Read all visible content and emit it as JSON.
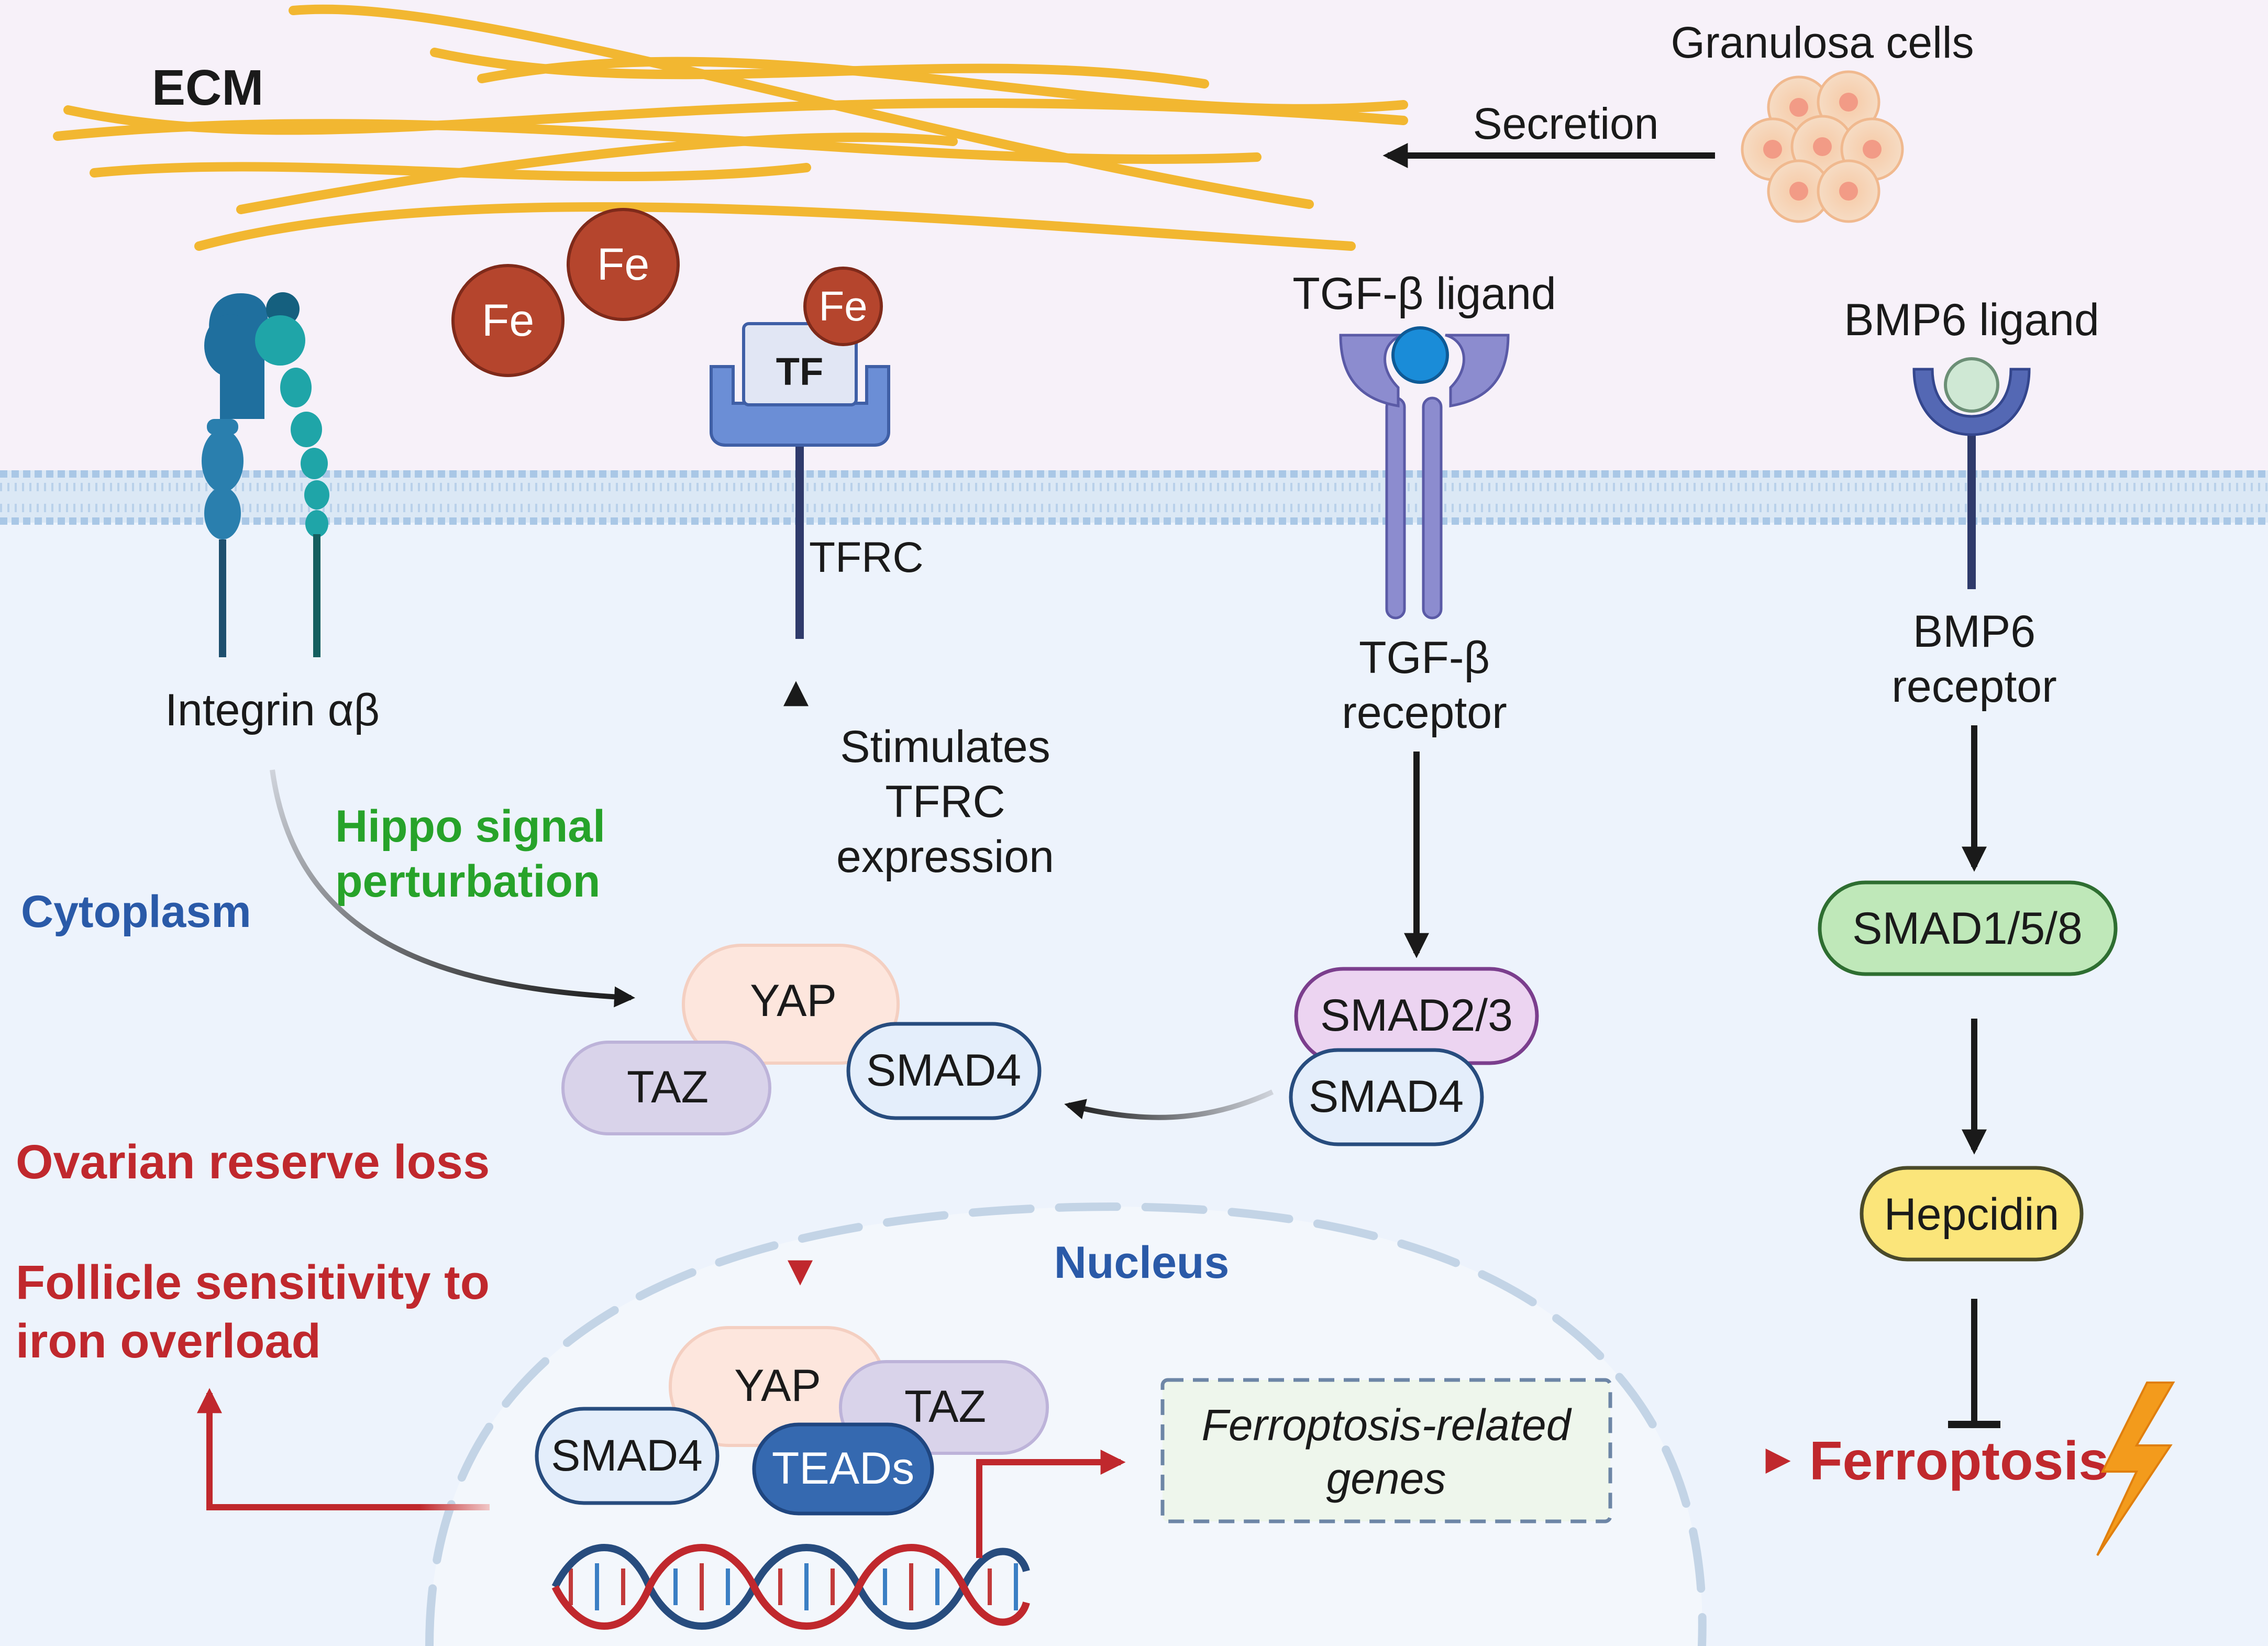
{
  "labels": {
    "ecm": "ECM",
    "granulosa": "Granulosa cells",
    "secretion": "Secretion",
    "fe": "Fe",
    "tf": "TF",
    "tfrc": "TFRC",
    "tgf_ligand": "TGF-β ligand",
    "bmp6_ligand": "BMP6 ligand",
    "integrin": "Integrin αβ",
    "tgf_receptor_1": "TGF-β",
    "tgf_receptor_2": "receptor",
    "bmp6_receptor_1": "BMP6",
    "bmp6_receptor_2": "receptor",
    "stimulates_1": "Stimulates",
    "stimulates_2": "TFRC",
    "stimulates_3": "expression",
    "hippo_1": "Hippo signal",
    "hippo_2": "perturbation",
    "cytoplasm": "Cytoplasm",
    "yap": "YAP",
    "taz": "TAZ",
    "smad4": "SMAD4",
    "smad23": "SMAD2/3",
    "smad158": "SMAD1/5/8",
    "hepcidin": "Hepcidin",
    "ovarian": "Ovarian reserve loss",
    "follicle_1": "Follicle sensitivity to",
    "follicle_2": "iron overload",
    "nucleus": "Nucleus",
    "teads": "TEADs",
    "genes_1": "Ferroptosis-related",
    "genes_2": "genes",
    "ferroptosis": "Ferroptosis"
  },
  "colors": {
    "ecm_fiber": "#f2b731",
    "extracellular_bg": "#f7f1f9",
    "cytoplasm_bg": "#edf3fc",
    "membrane": "#a9c7e6",
    "iron": "#b5452d",
    "red_text": "#c0282d",
    "green_text": "#27a32a",
    "blue_text": "#2a5aa8",
    "yap": "#fde6dd",
    "taz": "#d9d3ea",
    "smad4": "#e4eefb",
    "smad23": "#ecd4f1",
    "smad158": "#bfe8b9",
    "hepcidin": "#fbe57a",
    "teads": "#3569b0",
    "tf_receptor": "#6b8ed6",
    "tgf_receptor": "#8c8ccf",
    "bmp6_receptor": "#5468b4",
    "lightning": "#f39b1c"
  }
}
